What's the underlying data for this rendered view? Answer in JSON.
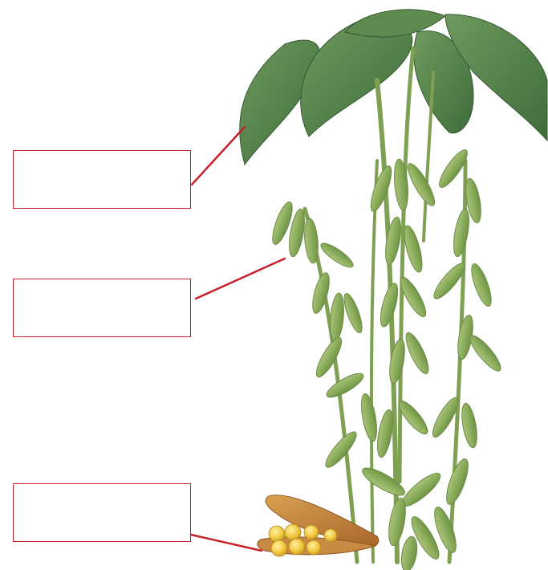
{
  "figure": {
    "subject": "soybean-plant",
    "leader_color": "#c8202b",
    "labels": [
      {
        "id": "leaf",
        "text": ""
      },
      {
        "id": "pods",
        "text": ""
      },
      {
        "id": "seeds",
        "text": ""
      }
    ]
  }
}
